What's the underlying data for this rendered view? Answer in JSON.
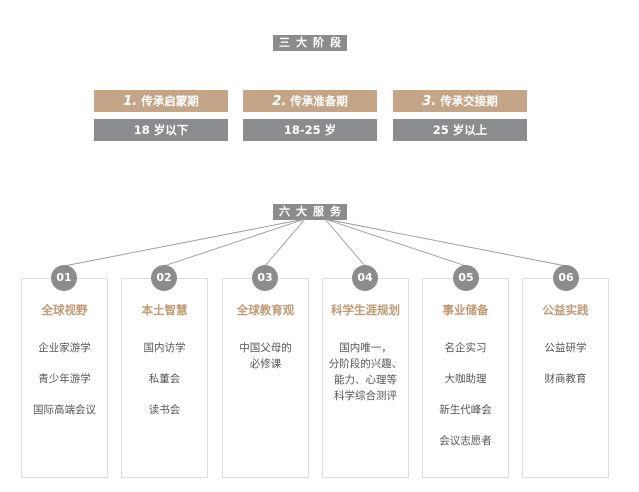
{
  "stages_heading": "三大阶段",
  "stages": [
    {
      "num": "1.",
      "name": "传承启蒙期",
      "age": "18 岁以下"
    },
    {
      "num": "2.",
      "name": "传承准备期",
      "age": "18-25 岁"
    },
    {
      "num": "3.",
      "name": "传承交接期",
      "age": "25 岁以上"
    }
  ],
  "services_heading": "六大服务",
  "services": [
    {
      "num": "01",
      "title": "全球视野",
      "items": [
        "企业家游学",
        "青少年游学",
        "国际高端会议"
      ]
    },
    {
      "num": "02",
      "title": "本土智慧",
      "items": [
        "国内访学",
        "私董会",
        "读书会"
      ]
    },
    {
      "num": "03",
      "title": "全球教育观",
      "items": [
        "中国父母的",
        "必修课"
      ]
    },
    {
      "num": "04",
      "title": "科学生涯规划",
      "items": [
        "国内唯一，",
        "分阶段的兴趣、",
        "能力、心理等",
        "科学综合测评"
      ]
    },
    {
      "num": "05",
      "title": "事业储备",
      "items": [
        "名企实习",
        "大咖助理",
        "新生代峰会",
        "会议志愿者"
      ]
    },
    {
      "num": "06",
      "title": "公益实践",
      "items": [
        "公益研学",
        "财商教育"
      ]
    }
  ],
  "colors": {
    "accent": "#c5a587",
    "title": "#c29a74",
    "gray": "#8a8c8e"
  }
}
